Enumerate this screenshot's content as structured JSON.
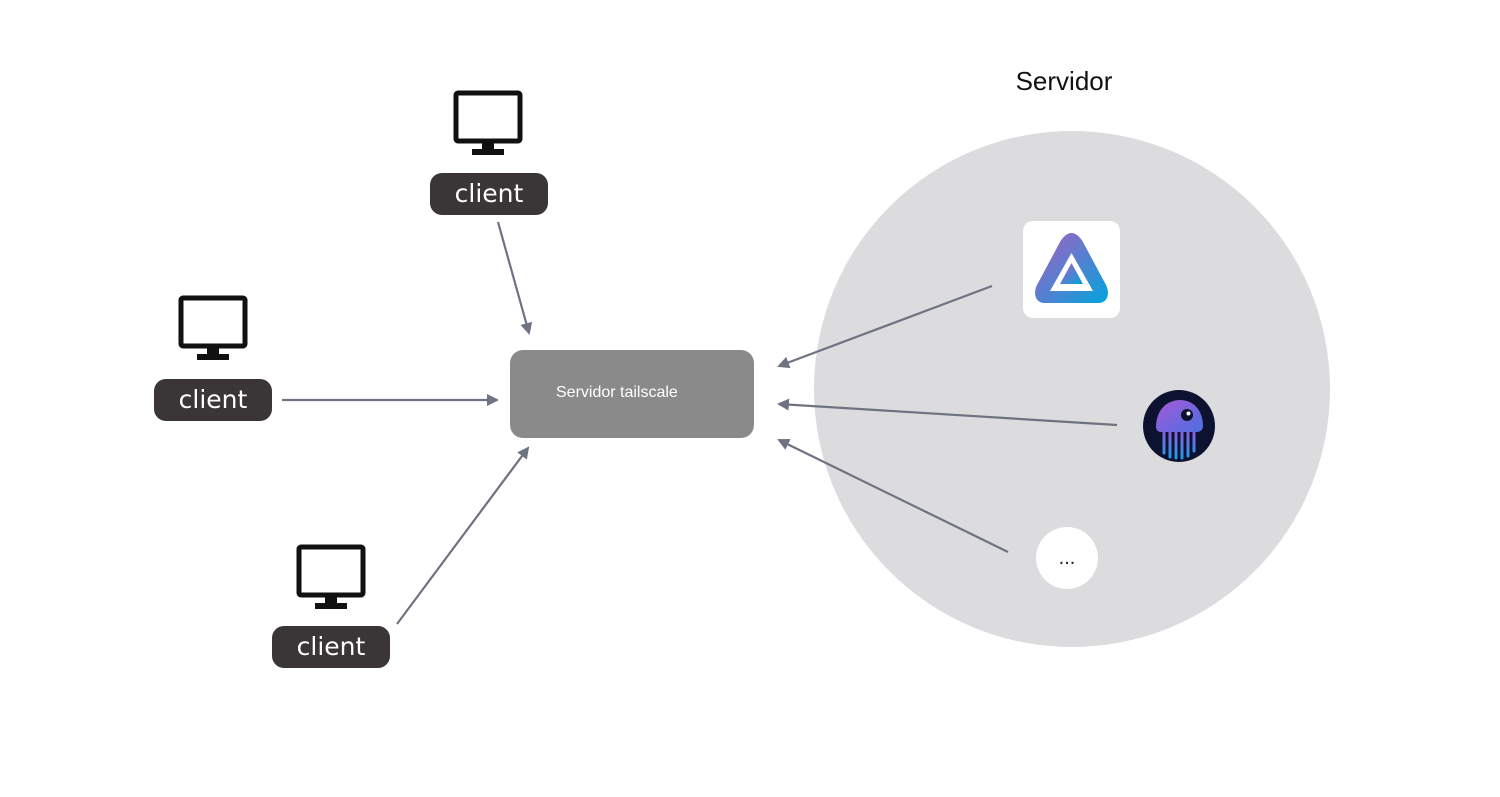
{
  "server_group": {
    "title": "Servidor",
    "fill_color": "#dcdcde"
  },
  "hub": {
    "label": "Servidor tailscale",
    "fill_color": "#8a8a8a"
  },
  "clients": [
    {
      "label": "client",
      "icon": "monitor-icon"
    },
    {
      "label": "client",
      "icon": "monitor-icon"
    },
    {
      "label": "client",
      "icon": "monitor-icon"
    }
  ],
  "services": [
    {
      "icon": "jellyfin-icon"
    },
    {
      "icon": "jellyseerr-icon"
    },
    {
      "label": "..."
    }
  ],
  "colors": {
    "client_pill": "#3a3536",
    "arrow": "#6f7280",
    "accent_purple": "#a04fd6",
    "accent_blue": "#1f9be6"
  }
}
